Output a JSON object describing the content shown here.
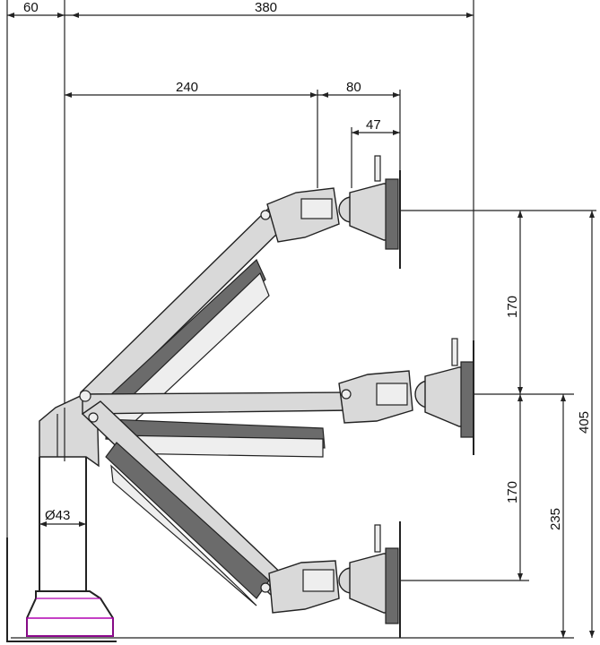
{
  "dimensions": {
    "d60": "60",
    "d380": "380",
    "d240": "240",
    "d80": "80",
    "d47": "47",
    "d170_top": "170",
    "d170_bottom": "170",
    "d235": "235",
    "d405": "405",
    "d43": "Ø43"
  },
  "colors": {
    "line": "#222222",
    "base_highlight": "#b000b0"
  }
}
